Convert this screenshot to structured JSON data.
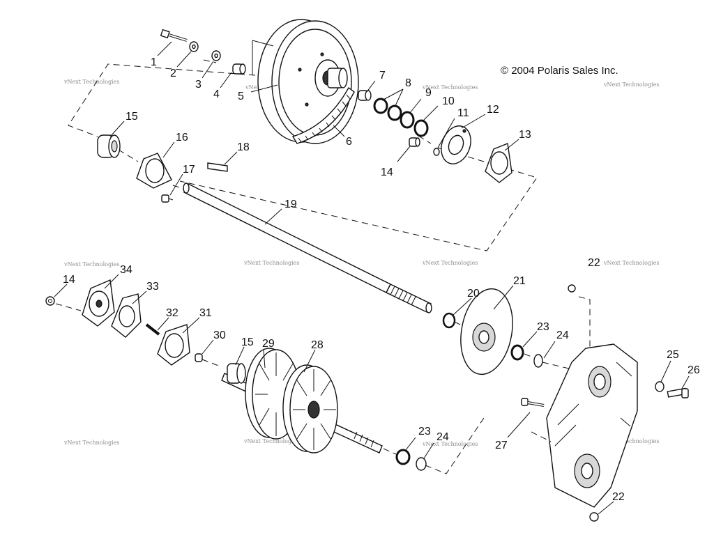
{
  "copyright": "© 2004 Polaris Sales Inc.",
  "watermark": "vNext Technologies",
  "labels": {
    "p1": "1",
    "p2": "2",
    "p3": "3",
    "p4": "4",
    "p5": "5",
    "p6": "6",
    "p7": "7",
    "p8": "8",
    "p9": "9",
    "p10": "10",
    "p11": "11",
    "p12": "12",
    "p13": "13",
    "p14a": "14",
    "p15a": "15",
    "p16": "16",
    "p17": "17",
    "p18": "18",
    "p19": "19",
    "p20": "20",
    "p21": "21",
    "p22a": "22",
    "p23a": "23",
    "p24a": "24",
    "p25": "25",
    "p26": "26",
    "p27": "27",
    "p22b": "22",
    "p23b": "23",
    "p24b": "24",
    "p14b": "14",
    "p34": "34",
    "p33": "33",
    "p32": "32",
    "p31": "31",
    "p30": "30",
    "p15b": "15",
    "p29": "29",
    "p28": "28"
  }
}
